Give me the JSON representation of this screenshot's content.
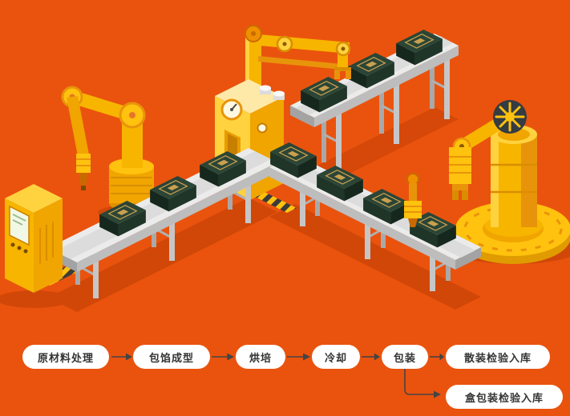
{
  "scene": {
    "description": "食品生产流水线等距插画",
    "elements": [
      "left-robot-arm",
      "control-console",
      "conveyor-left",
      "baking-machine",
      "overhead-robot-arm",
      "conveyor-upper-right",
      "conveyor-lower-right",
      "stamper",
      "rotary-robot-platform",
      "product-box"
    ]
  },
  "palette": {
    "orange_bg": "#EA530E",
    "shadow": "#D14708",
    "yellow_main": "#F7B500",
    "yellow_bright": "#FFC20E",
    "yellow_light": "#FFD23F",
    "yellow_deep": "#E8940A",
    "cream": "#FFE9A8",
    "conveyor_top": "#EBEBEB",
    "conveyor_belt": "#DCDCDC",
    "conveyor_side": "#BDBDBD",
    "box_top": "#2B4536",
    "gold": "#C9A04E",
    "pill_bg": "#FFFFFF",
    "text_dark": "#333333",
    "line_dark": "#444444"
  },
  "flow": {
    "steps": [
      {
        "id": "raw-material-processing",
        "label": "原材料处理"
      },
      {
        "id": "filling-forming",
        "label": "包馅成型"
      },
      {
        "id": "baking",
        "label": "烘培"
      },
      {
        "id": "cooling",
        "label": "冷却"
      },
      {
        "id": "packaging",
        "label": "包装"
      },
      {
        "id": "bulk-inspection-storage",
        "label": "散装检验入库"
      },
      {
        "id": "boxed-inspection-storage",
        "label": "盒包装检验入库"
      }
    ]
  }
}
